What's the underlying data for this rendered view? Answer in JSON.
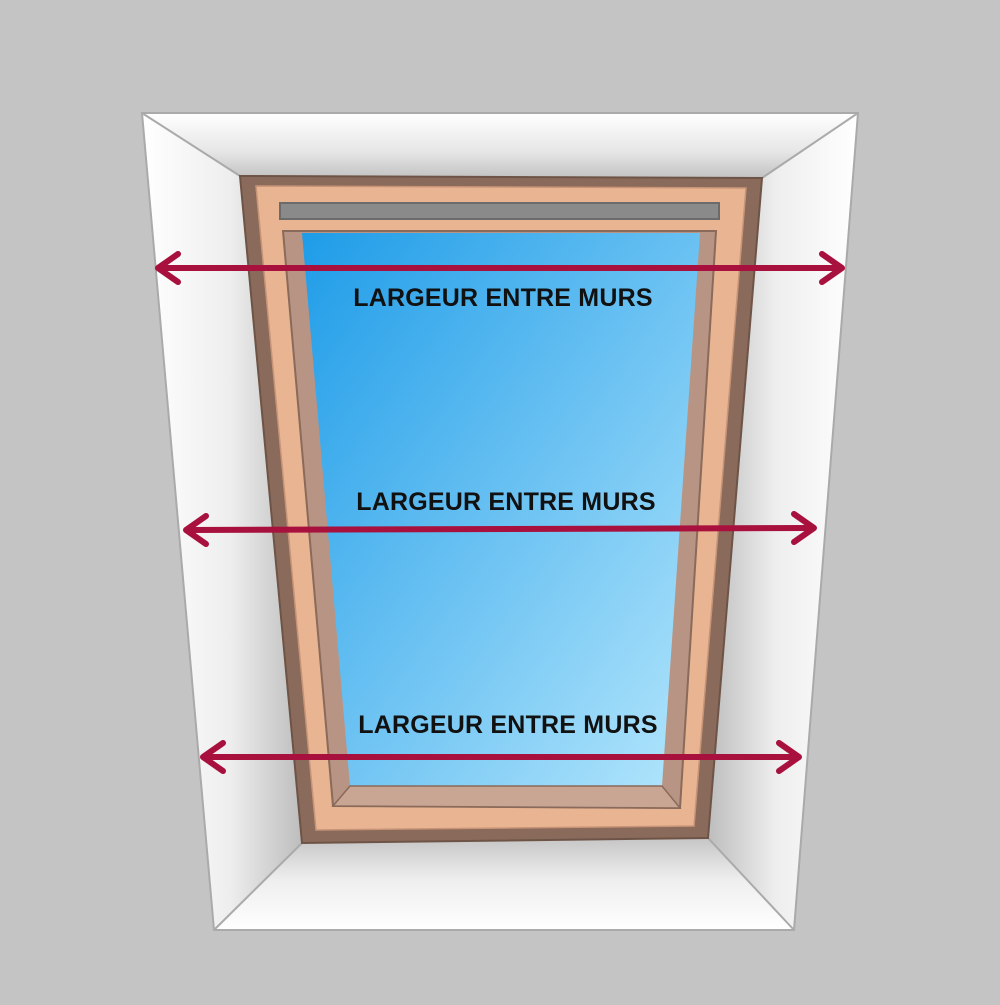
{
  "colors": {
    "background": "#c4c4c4",
    "wall_frame": "#b0b0b0",
    "outer_frame": "#8a6a5a",
    "inner_frame": "#e8b492",
    "sash": "#b89484",
    "handle_bar": "#8a8a8a",
    "glass_top": "#1e9ce8",
    "glass_bottom": "#b4e6fc",
    "arrow": "#a8103e"
  },
  "measurements": [
    {
      "label": "LARGEUR ENTRE MURS"
    },
    {
      "label": "LARGEUR ENTRE MURS"
    },
    {
      "label": "LARGEUR ENTRE MURS"
    }
  ]
}
